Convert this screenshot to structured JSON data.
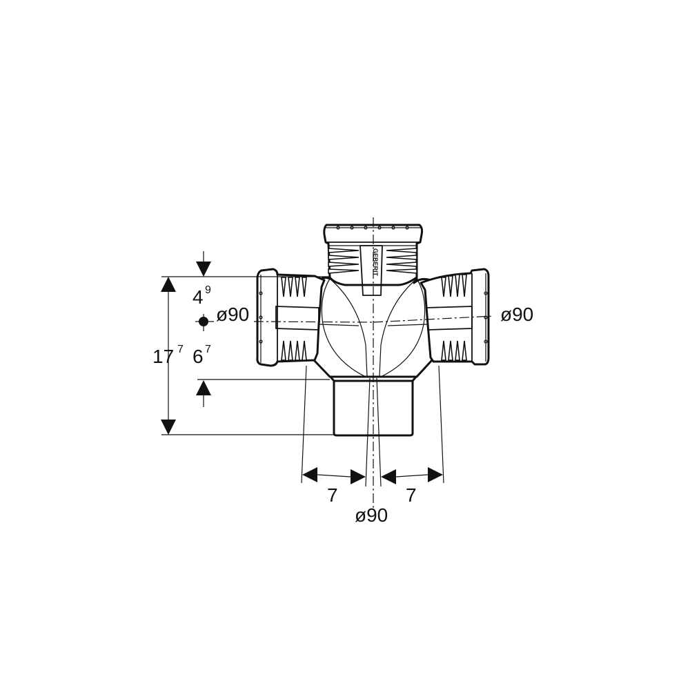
{
  "diagram": {
    "dimensions": {
      "top_offset": {
        "main": "4",
        "sup": "9"
      },
      "lower_offset": {
        "main": "6",
        "sup": "7"
      },
      "total_height": {
        "main": "17",
        "sup": "7"
      },
      "left_diameter": "ø90",
      "right_diameter": "ø90",
      "bottom_diameter": "ø90",
      "left_offset": "7",
      "right_offset": "7"
    },
    "logo": "GEBERIT"
  }
}
